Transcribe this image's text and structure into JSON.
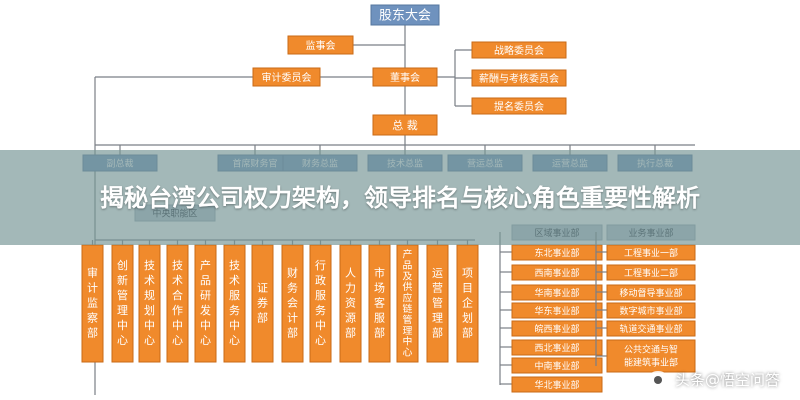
{
  "org": {
    "top": "股东大会",
    "supervisory": "监事会",
    "audit_committee": "审计委员会",
    "board": "董事会",
    "committees": [
      "战略委员会",
      "薪酬与考核委员会",
      "提名委员会"
    ],
    "ceo": "总 裁",
    "division_heads": [
      "副总裁",
      "首席财务官",
      "财务总监",
      "技术总监",
      "营运总监",
      "运营总监",
      "执行总裁"
    ],
    "center_header": "中央职能区",
    "center_departments": [
      "审计监察部",
      "创新管理中心",
      "技术规划中心",
      "技术合作中心",
      "产品研发中心",
      "技术服务中心",
      "证券部",
      "财务会计部",
      "行政服务中心",
      "人力资源部",
      "市场客服部",
      "产品及供应链管理中心",
      "运营管理部",
      "项目企划部"
    ],
    "region_header": "区域事业部",
    "region_departments": [
      "东北事业部",
      "西南事业部",
      "华南事业部",
      "华东事业部",
      "皖西事业部",
      "西北事业部",
      "中南事业部",
      "华北事业部"
    ],
    "business_header": "业务事业部",
    "business_departments": [
      "工程事业一部",
      "工程事业二部",
      "移动督导事业部",
      "数字城市事业部",
      "轨道交通事业部",
      "公共交通与智能建筑事业部"
    ]
  },
  "overlay_title": "揭秘台湾公司权力架构，领导排名与核心角色重要性解析",
  "watermark": "头条@悟空问答"
}
